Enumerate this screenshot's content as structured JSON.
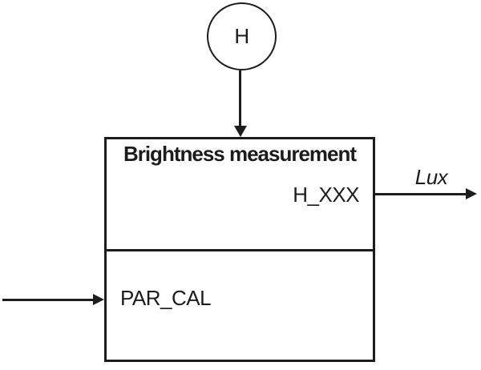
{
  "diagram": {
    "colors": {
      "stroke": "#1c1c1c",
      "background": "#ffffff"
    },
    "source_node": {
      "label": "H"
    },
    "block": {
      "title": "Brightness measurement",
      "output_port": "H_XXX",
      "input_port": "PAR_CAL"
    },
    "arrows": {
      "output_label": "Lux"
    }
  }
}
